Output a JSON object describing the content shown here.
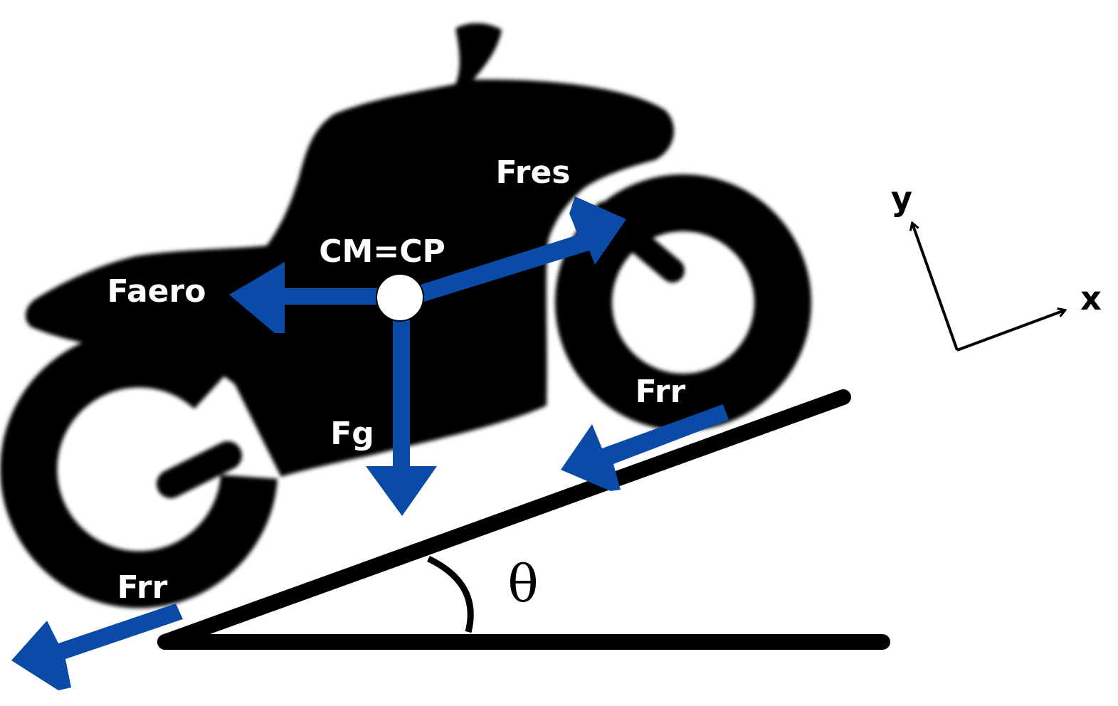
{
  "colors": {
    "background": "#ffffff",
    "silhouette": "#000000",
    "force_arrow": "#0a4ba8",
    "label_on_bike": "#ffffff",
    "label_off_bike": "#000000"
  },
  "icons": [
    "motorcycle-silhouette-icon",
    "center-point-circle-icon"
  ],
  "labels": {
    "cm_cp": "CM=CP",
    "f_aero": "Faero",
    "f_res": "Fres",
    "f_g": "Fg",
    "f_rr_front": "Frr",
    "f_rr_rear": "Frr",
    "theta": "θ",
    "axis_x": "x",
    "axis_y": "y"
  }
}
